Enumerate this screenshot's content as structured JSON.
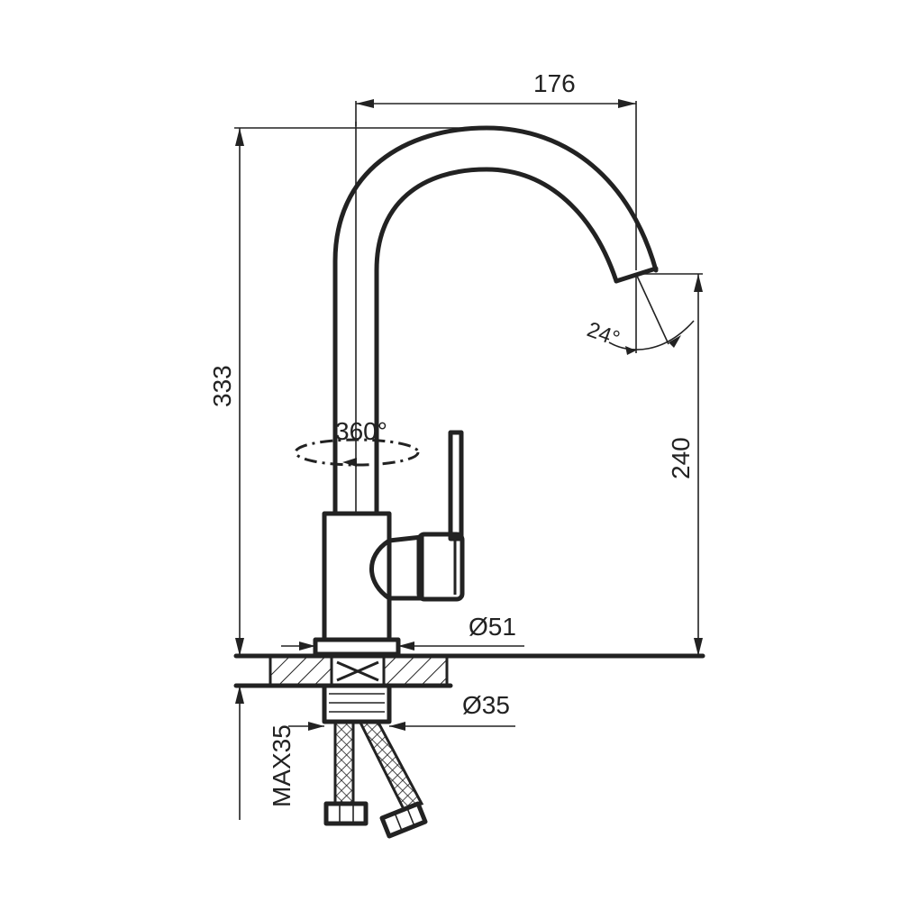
{
  "dimensions": {
    "width_top": "176",
    "total_height": "333",
    "spout_height": "240",
    "base_diameter": "Ø51",
    "thread_diameter": "Ø35",
    "max_thickness": "MAX35"
  },
  "angles": {
    "rotation": "360°",
    "spout_tilt": "24°"
  },
  "colors": {
    "line": "#222222",
    "background": "#ffffff"
  }
}
